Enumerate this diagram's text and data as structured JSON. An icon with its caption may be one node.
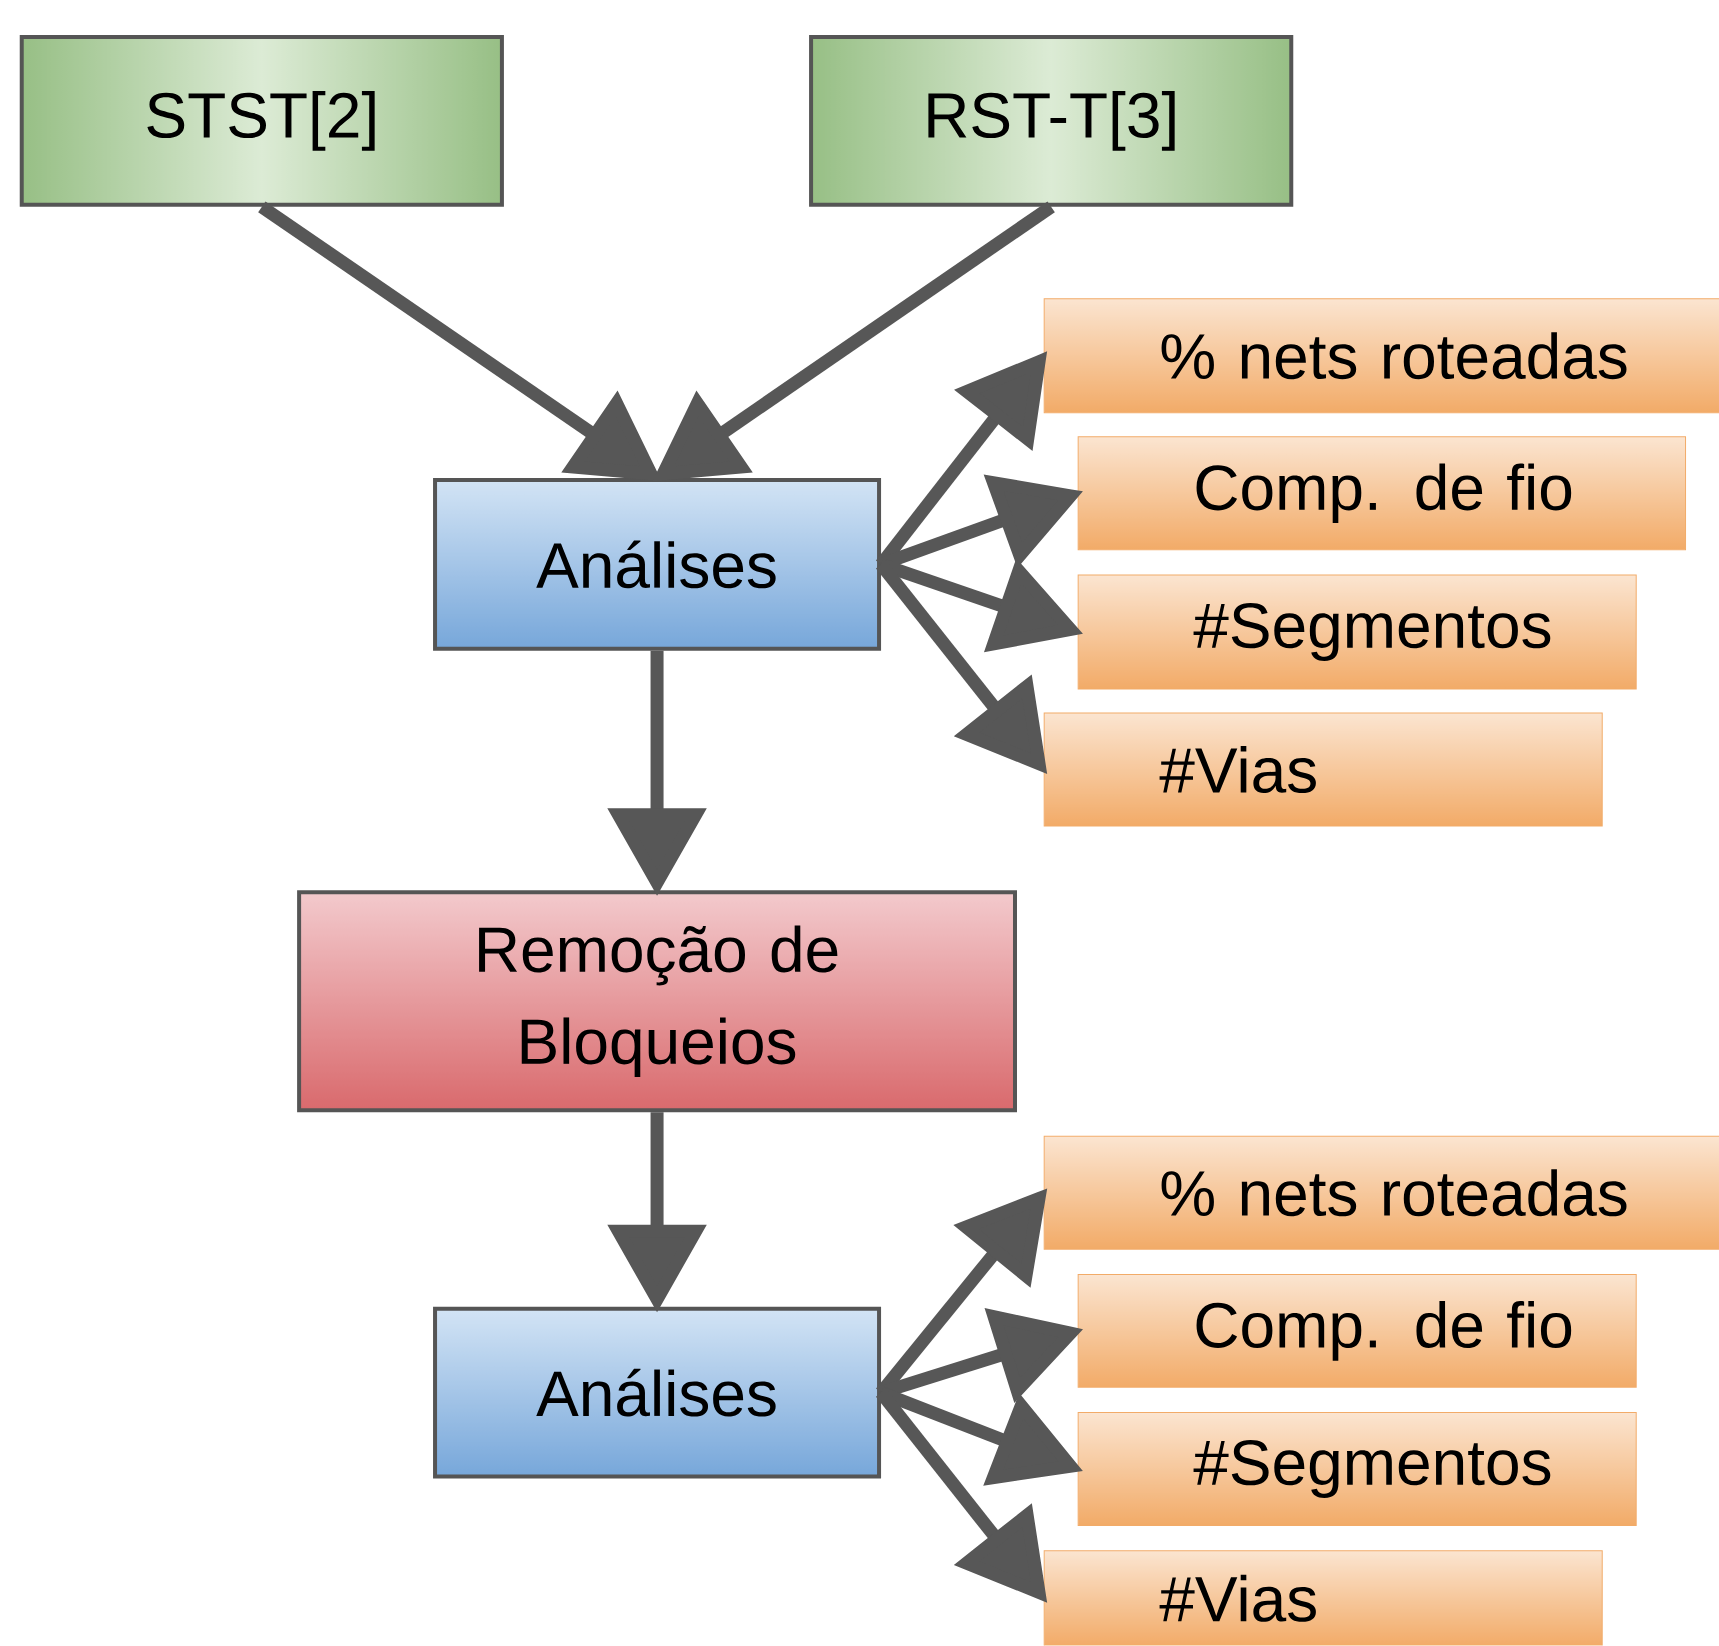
{
  "diagram": {
    "nodes": [
      {
        "text": [
          "STST[2]"
        ]
      },
      {
        "text": [
          "RST-T[3]"
        ]
      },
      {
        "text": [
          "Análises"
        ]
      },
      {
        "text": [
          "% nets roteadas"
        ]
      },
      {
        "text": [
          "Comp. de fio"
        ]
      },
      {
        "text": [
          "#Segmentos"
        ]
      },
      {
        "text": [
          "#Vias"
        ]
      },
      {
        "text": [
          "Remoção de Bloqueios"
        ]
      },
      {
        "text": [
          "Análises"
        ]
      },
      {
        "text": [
          "% nets roteadas"
        ]
      },
      {
        "text": [
          "Comp. de fio"
        ]
      },
      {
        "text": [
          "#Segmentos"
        ]
      },
      {
        "text": [
          "#Vias"
        ]
      }
    ],
    "edges": [
      {
        "from": 0,
        "to": 2,
        "arrow": "to"
      },
      {
        "from": 1,
        "to": 2,
        "arrow": "to"
      },
      {
        "from": 2,
        "to": 3,
        "arrow": "to"
      },
      {
        "from": 2,
        "to": 4,
        "arrow": "to"
      },
      {
        "from": 2,
        "to": 5,
        "arrow": "to"
      },
      {
        "from": 2,
        "to": 6,
        "arrow": "to"
      },
      {
        "from": 2,
        "to": 7,
        "arrow": "to"
      },
      {
        "from": 7,
        "to": 8,
        "arrow": "to"
      },
      {
        "from": 8,
        "to": 9,
        "arrow": "to"
      },
      {
        "from": 8,
        "to": 10,
        "arrow": "to"
      },
      {
        "from": 8,
        "to": 11,
        "arrow": "to"
      },
      {
        "from": 8,
        "to": 12,
        "arrow": "to"
      }
    ]
  }
}
